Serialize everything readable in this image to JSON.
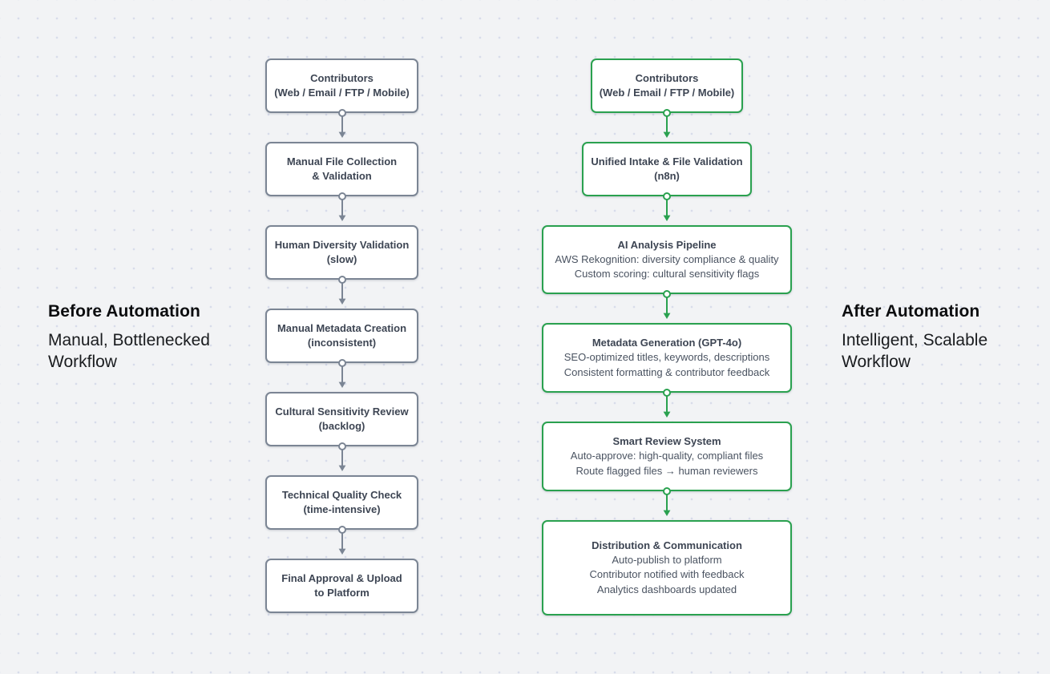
{
  "colors": {
    "background": "#f2f3f5",
    "dot": "#d8dcea",
    "before_accent": "#7b8594",
    "after_accent": "#2aa14f",
    "node_title": "#3d4553",
    "node_body": "#4a5361",
    "heading": "#0c0d0f"
  },
  "before": {
    "heading": "Before Automation",
    "subheading": "Manual, Bottlenecked Workflow",
    "nodes": [
      {
        "title_lines": [
          "Contributors",
          "(Web / Email / FTP / Mobile)"
        ],
        "body_lines": []
      },
      {
        "title_lines": [
          "Manual File Collection",
          "& Validation"
        ],
        "body_lines": []
      },
      {
        "title_lines": [
          "Human Diversity Validation",
          "(slow)"
        ],
        "body_lines": []
      },
      {
        "title_lines": [
          "Manual Metadata Creation",
          "(inconsistent)"
        ],
        "body_lines": []
      },
      {
        "title_lines": [
          "Cultural Sensitivity Review",
          "(backlog)"
        ],
        "body_lines": []
      },
      {
        "title_lines": [
          "Technical Quality Check",
          "(time-intensive)"
        ],
        "body_lines": []
      },
      {
        "title_lines": [
          "Final Approval & Upload",
          "to Platform"
        ],
        "body_lines": []
      }
    ]
  },
  "after": {
    "heading": "After Automation",
    "subheading": "Intelligent, Scalable Workflow",
    "nodes": [
      {
        "title_lines": [
          "Contributors",
          "(Web / Email / FTP / Mobile)"
        ],
        "body_lines": []
      },
      {
        "title_lines": [
          "Unified Intake & File Validation",
          "(n8n)"
        ],
        "body_lines": []
      },
      {
        "title_lines": [
          "AI Analysis Pipeline"
        ],
        "body_lines": [
          "AWS Rekognition: diversity compliance & quality",
          "Custom scoring: cultural sensitivity flags"
        ]
      },
      {
        "title_lines": [
          "Metadata Generation (GPT-4o)"
        ],
        "body_lines": [
          "SEO-optimized titles, keywords, descriptions",
          "Consistent formatting & contributor feedback"
        ]
      },
      {
        "title_lines": [
          "Smart Review System"
        ],
        "body_lines": [
          "Auto-approve: high-quality, compliant files",
          "Route flagged files → human reviewers"
        ]
      },
      {
        "title_lines": [
          "Distribution & Communication"
        ],
        "body_lines": [
          "Auto-publish to platform",
          "Contributor notified with feedback",
          "Analytics dashboards updated"
        ]
      }
    ]
  }
}
